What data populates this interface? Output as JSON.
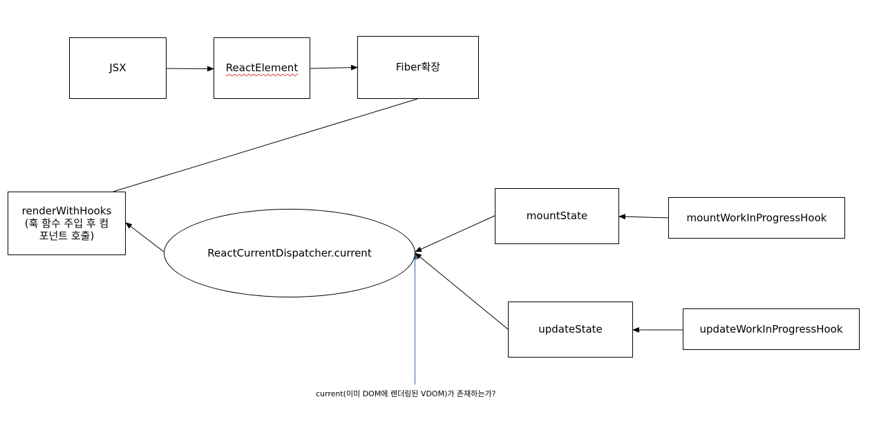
{
  "nodes": {
    "jsx": "JSX",
    "react_element": "ReactElement",
    "fiber": "Fiber확장",
    "render_with_hooks_line1": "renderWithHooks",
    "render_with_hooks_line2": "(훅 함수 주입 후 컴",
    "render_with_hooks_line3": "포넌트 호출)",
    "dispatcher": "ReactCurrentDispatcher.current",
    "mount_state": "mountState",
    "mount_wip_hook": "mountWorkInProgressHook",
    "update_state": "updateState",
    "update_wip_hook": "updateWorkInProgressHook"
  },
  "caption": "current(이미 DOM에 렌더링된 VDOM)가 존재하는가?",
  "colors": {
    "stroke": "#000000",
    "condition_line": "#3a5fa8",
    "spellcheck": "#e23b3b"
  }
}
